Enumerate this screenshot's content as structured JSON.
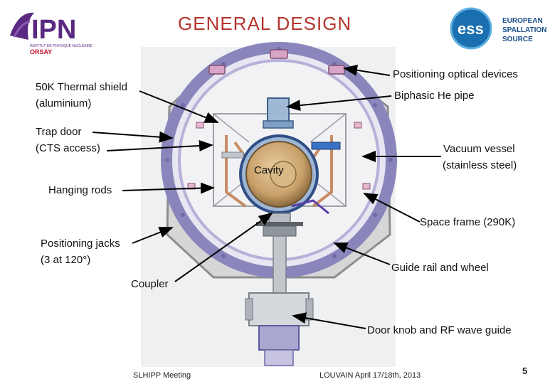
{
  "title": "GENERAL  DESIGN",
  "logos": {
    "ipn": {
      "letters": "IPN",
      "subtitle": "INSTITUT DE PHYSIQUE NUCLÉAIRE",
      "place": "ORSAY"
    },
    "ess": {
      "mark": "ess",
      "line1": "EUROPEAN",
      "line2": "SPALLATION",
      "line3": "SOURCE"
    }
  },
  "labels": {
    "thermal_shield": [
      "50K Thermal shield",
      "(aluminium)"
    ],
    "trap_door": [
      "Trap door",
      "(CTS access)"
    ],
    "hanging_rods": "Hanging rods",
    "positioning_jacks": [
      "Positioning jacks",
      "(3 at 120°)"
    ],
    "coupler": "Coupler",
    "positioning_optical": "Positioning optical devices",
    "biphasic_pipe": "Biphasic He pipe",
    "vacuum_vessel": [
      "Vacuum vessel",
      "(stainless steel)"
    ],
    "space_frame": "Space frame (290K)",
    "guide_rail": "Guide rail and wheel",
    "door_knob": "Door knob and RF wave guide",
    "cavity": "Cavity"
  },
  "footer": {
    "left": "SLHIPP  Meeting",
    "center": "LOUVAIN  April  17/18th, 2013",
    "page": "5"
  },
  "colors": {
    "title": "#b5352e",
    "ipn_purple": "#5a2a82",
    "ipn_red": "#c8102e",
    "ess_blue": "#1a6fb0",
    "frame_purple": "#9b96c8",
    "copper": "#c98b64",
    "cavity_gold": "#c8a06a"
  }
}
